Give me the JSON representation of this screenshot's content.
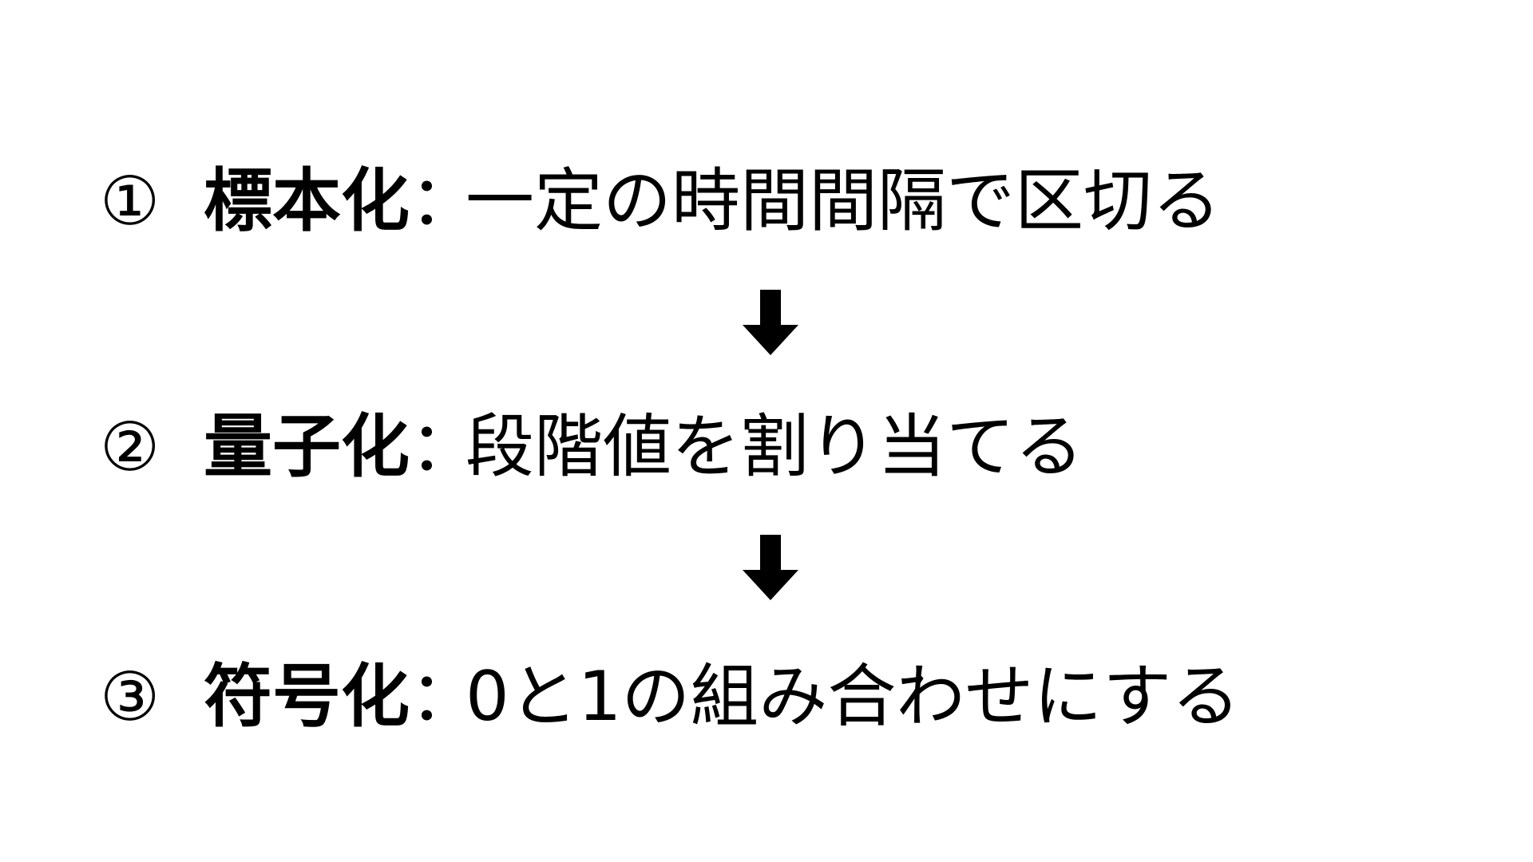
{
  "steps": [
    {
      "number": "①",
      "label": "標本化",
      "separator": "：",
      "description": "一定の時間間隔で区切る"
    },
    {
      "number": "②",
      "label": "量子化",
      "separator": "：",
      "description": "段階値を割り当てる"
    },
    {
      "number": "③",
      "label": "符号化",
      "separator": "：",
      "description": "0と1の組み合わせにする"
    }
  ]
}
